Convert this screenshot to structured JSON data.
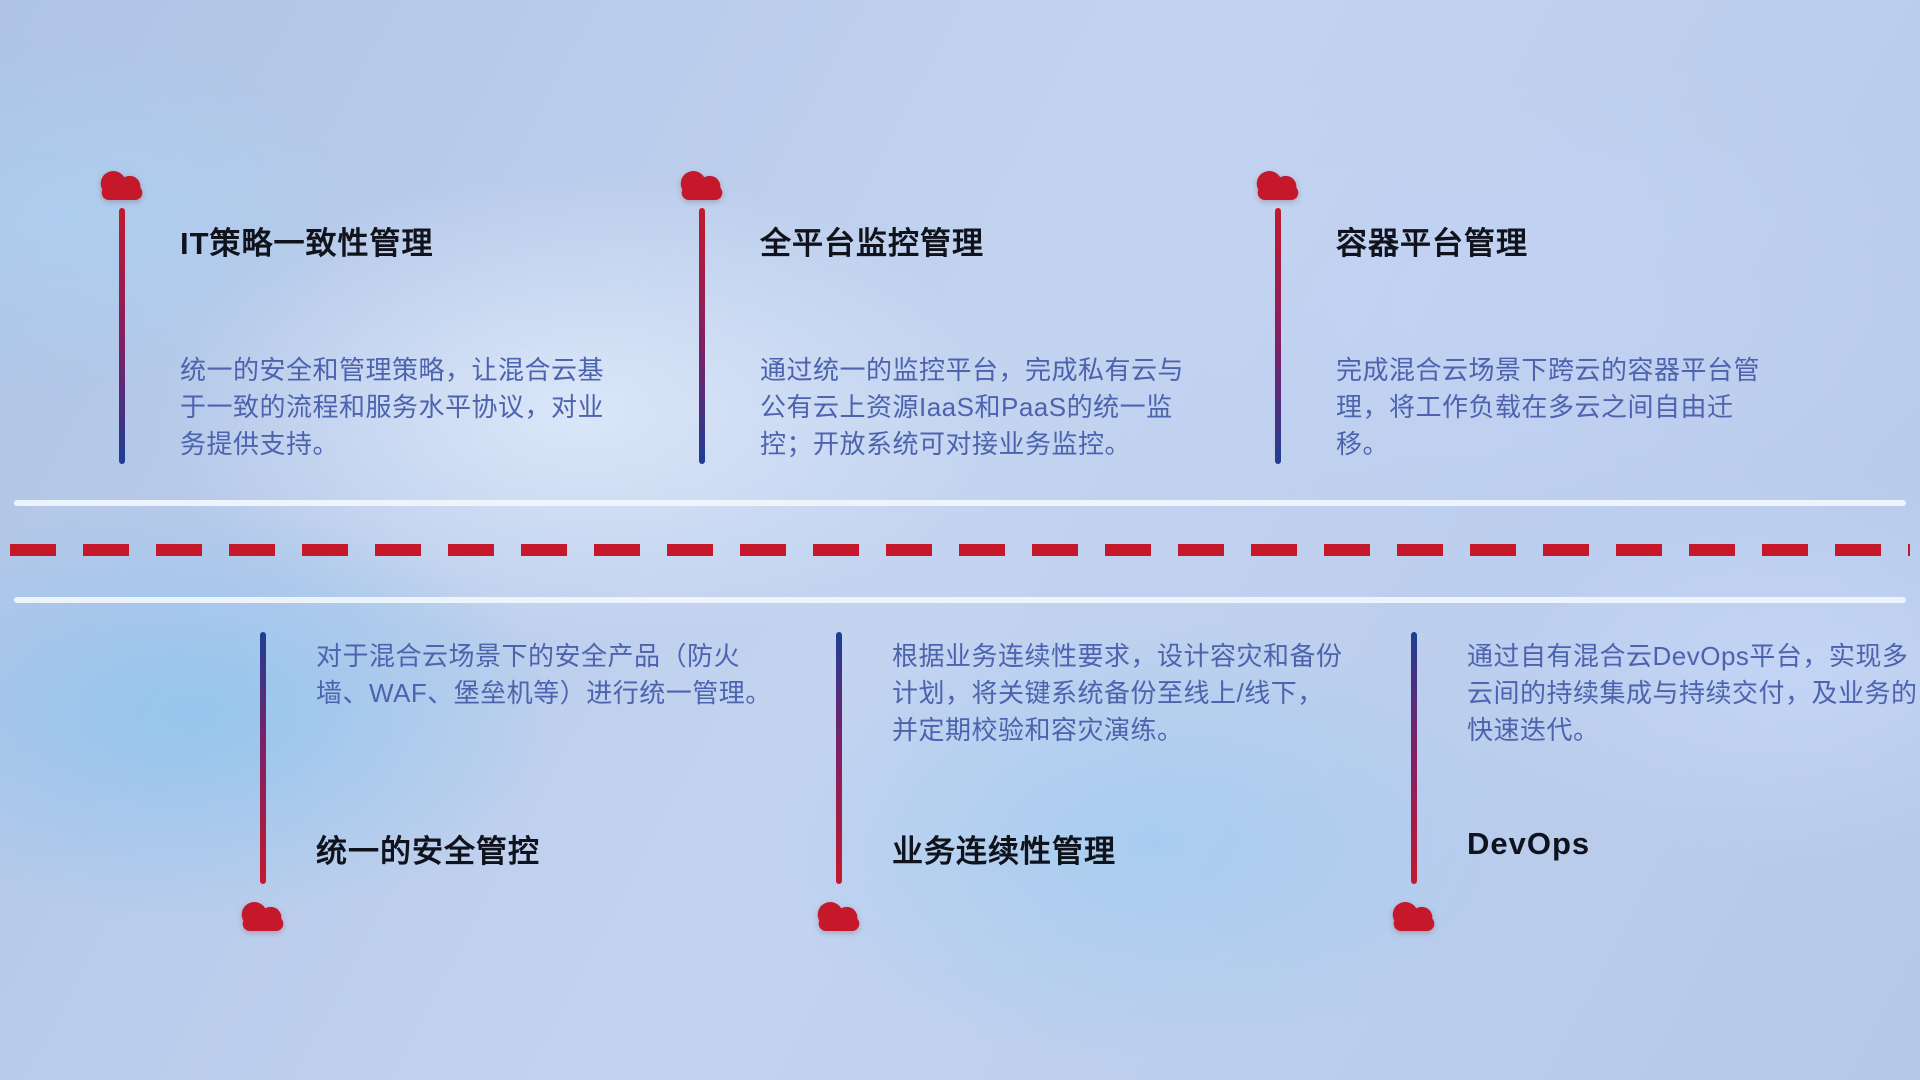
{
  "colors": {
    "accent_red": "#c5192b",
    "accent_blue": "#1d3f93",
    "title_text": "#10131c",
    "desc_text": "#4d63ae",
    "timeline_light": "#f2f6fd"
  },
  "icons": {
    "cloud": "cloud-icon"
  },
  "top_items": [
    {
      "title": "IT策略一致性管理",
      "desc": "统一的安全和管理策略，让混合云基于一致的流程和服务水平协议，对业务提供支持。"
    },
    {
      "title": "全平台监控管理",
      "desc": "通过统一的监控平台，完成私有云与公有云上资源IaaS和PaaS的统一监控；开放系统可对接业务监控。"
    },
    {
      "title": "容器平台管理",
      "desc": "完成混合云场景下跨云的容器平台管理，将工作负载在多云之间自由迁移。"
    }
  ],
  "bottom_items": [
    {
      "title": "统一的安全管控",
      "desc": "对于混合云场景下的安全产品（防火墙、WAF、堡垒机等）进行统一管理。"
    },
    {
      "title": "业务连续性管理",
      "desc": "根据业务连续性要求，设计容灾和备份计划，将关键系统备份至线上/线下，并定期校验和容灾演练。"
    },
    {
      "title": "DevOps",
      "desc": "通过自有混合云DevOps平台，实现多云间的持续集成与持续交付，及业务的快速迭代。"
    }
  ]
}
